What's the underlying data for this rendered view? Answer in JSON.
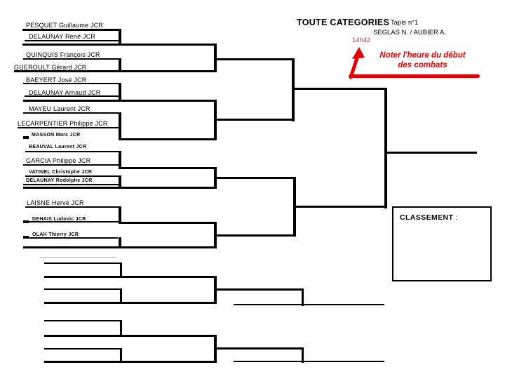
{
  "header": {
    "title": "TOUTE CATEGORIES",
    "tapis": "Tapis n°1",
    "referees": "SEGLAS N. / AUBIER A.",
    "time": "14h42"
  },
  "note": {
    "line1": "Noter l'heure du début",
    "line2": "des combats"
  },
  "classement": {
    "label": "CLASSEMENT",
    "colon": ":"
  },
  "colors": {
    "line_black": "#000000",
    "note_red": "#e00000",
    "time_red": "#a53c3c"
  },
  "bracket": {
    "players": [
      {
        "name": "PESQUET Guillaume JCR"
      },
      {
        "name": "DELAUNAY René JCR"
      },
      {
        "name": "QUINQUIS François JCR"
      },
      {
        "name": "GUEROULT Gérard JCR"
      },
      {
        "name": "BAEYERT José JCR"
      },
      {
        "name": "DELAUNAY Arnaud JCR"
      },
      {
        "name": "MAYEU Laurent JCR"
      },
      {
        "name": "LECARPENTIER Philippe JCR"
      },
      {
        "name": "MASSON Marc JCR"
      },
      {
        "name": "BEAUVAL Laurent JCR"
      },
      {
        "name": "GARCIA Philippe JCR"
      },
      {
        "name": "VATINEL Christophe JCR"
      },
      {
        "name": "DELAUNAY Rodolphe JCR"
      },
      {
        "name": "LAISNE Hervé JCR"
      },
      {
        "name": "DEHAIS Ludovic JCR"
      },
      {
        "name": "OLAH Thierry JCR"
      }
    ]
  }
}
